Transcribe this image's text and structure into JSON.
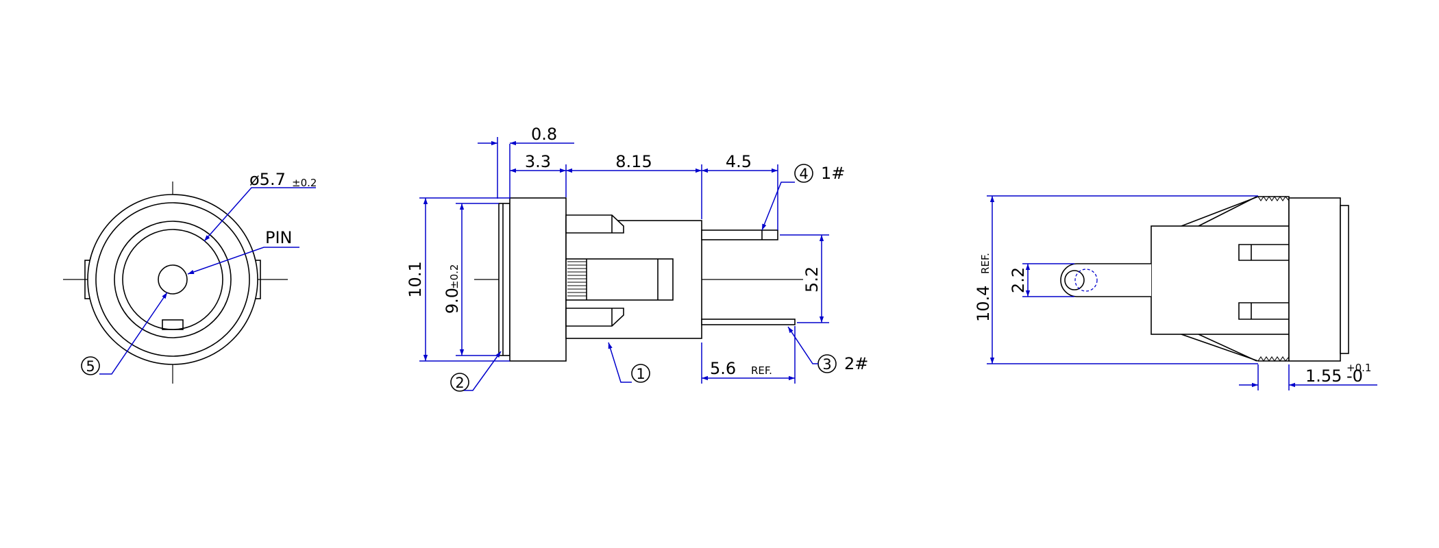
{
  "colors": {
    "line": "#000000",
    "dimension": "#0000cc",
    "background": "#ffffff"
  },
  "front_view": {
    "diameter_label": "ø5.7",
    "diameter_tol": "±0.2",
    "pin_label": "PIN",
    "callout_5": "5"
  },
  "side_view": {
    "dim_0_8": "0.8",
    "dim_3_3": "3.3",
    "dim_8_15": "8.15",
    "dim_4_5": "4.5",
    "dim_10_1": "10.1",
    "dim_9_0": "9.0",
    "dim_9_0_tol": "±0.2",
    "dim_5_2": "5.2",
    "dim_5_6": "5.6",
    "dim_5_6_ref": "REF.",
    "callout_1": "1",
    "callout_2": "2",
    "callout_3": "3",
    "callout_4": "4",
    "terminal_1": "1#",
    "terminal_2": "2#"
  },
  "end_view": {
    "dim_10_4": "10.4",
    "dim_10_4_ref": "REF.",
    "dim_2_2": "2.2",
    "dim_1_55": "1.55",
    "tol_plus": "+0.1",
    "tol_minus": "-0"
  }
}
